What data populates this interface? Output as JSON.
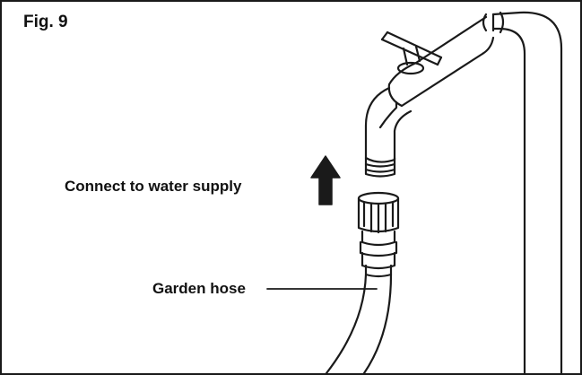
{
  "figure": {
    "label": "Fig. 9",
    "annotations": {
      "connect": "Connect to water supply",
      "hose": "Garden hose"
    }
  }
}
